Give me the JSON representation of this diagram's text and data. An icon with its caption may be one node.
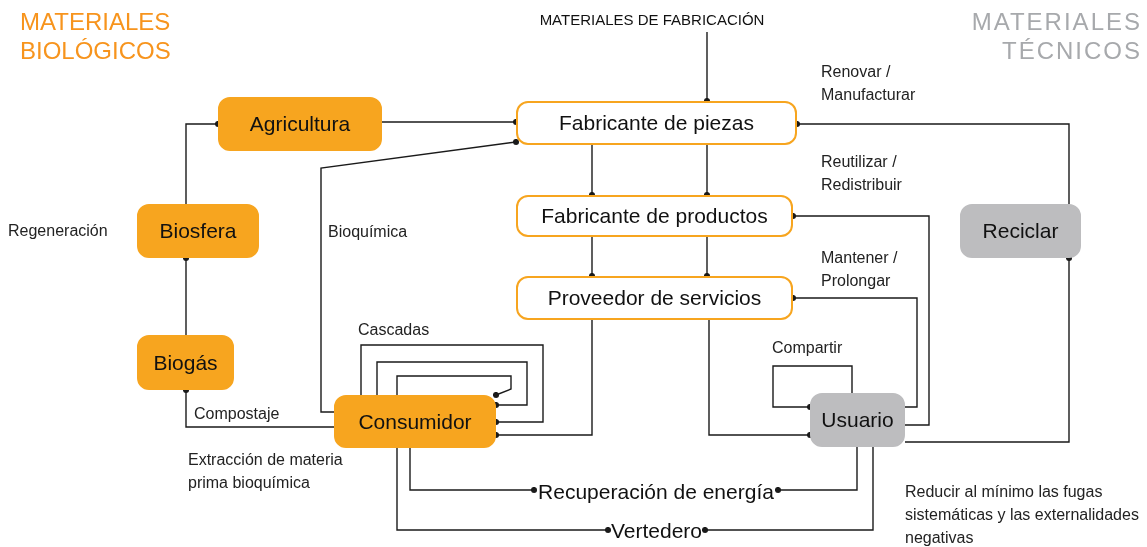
{
  "diagram": {
    "nodes": [
      {
        "text": [
          "MATERIALES DE FABRICACIÓN"
        ]
      },
      {
        "text": [
          "Agricultura"
        ]
      },
      {
        "text": [
          "Fabricante de piezas"
        ]
      },
      {
        "text": [
          "Biosfera"
        ],
        "beside": [
          "Regeneración"
        ]
      },
      {
        "text": [
          "Fabricante de productos"
        ]
      },
      {
        "text": [
          "Reciclar"
        ]
      },
      {
        "text": [
          "Proveedor de servicios"
        ]
      },
      {
        "text": [
          "Biogás"
        ]
      },
      {
        "text": [
          "Consumidor"
        ]
      },
      {
        "text": [
          "Usuario"
        ]
      },
      {
        "text": [
          "Recuperación de energía"
        ]
      },
      {
        "text": [
          "Vertedero"
        ]
      }
    ],
    "edges": [
      {
        "from": 0,
        "to": 2,
        "arrow": "other"
      },
      {
        "from": 1,
        "to": 2,
        "arrow": "other"
      },
      {
        "from": 3,
        "to": 1,
        "arrow": "other"
      },
      {
        "from": 7,
        "to": 3,
        "arrow": "other"
      },
      {
        "from": 8,
        "to": 7,
        "arrow": "other",
        "label": "Compostaje"
      },
      {
        "from": 8,
        "to": 2,
        "arrow": "other",
        "label": "Bioquímica"
      },
      {
        "from": 2,
        "to": 4,
        "arrow": "other"
      },
      {
        "from": 2,
        "to": 4,
        "arrow": "other"
      },
      {
        "from": 4,
        "to": 6,
        "arrow": "other"
      },
      {
        "from": 4,
        "to": 6,
        "arrow": "other"
      },
      {
        "from": 6,
        "to": 8,
        "arrow": "other"
      },
      {
        "from": 6,
        "to": 9,
        "arrow": "other"
      },
      {
        "from": 9,
        "to": 6,
        "arrow": "other",
        "label": "Mantener / Prolongar"
      },
      {
        "from": 9,
        "to": 4,
        "arrow": "other",
        "label": "Reutilizar / Redistribuir"
      },
      {
        "from": 9,
        "to": 5,
        "arrow": "other"
      },
      {
        "from": 5,
        "to": 2,
        "arrow": "other",
        "label": "Renovar / Manufacturar"
      },
      {
        "from": 9,
        "to": 9,
        "arrow": "other",
        "label": "Compartir"
      },
      {
        "from": 8,
        "to": 8,
        "arrow": "other",
        "label": "Cascadas"
      },
      {
        "from": 8,
        "to": 8,
        "arrow": "other"
      },
      {
        "from": 8,
        "to": 8,
        "arrow": "other"
      },
      {
        "from": 8,
        "to": 10,
        "arrow": "other"
      },
      {
        "from": 8,
        "to": 11,
        "arrow": "other"
      },
      {
        "from": 9,
        "to": 10,
        "arrow": "other"
      },
      {
        "from": 9,
        "to": 11,
        "arrow": "other"
      }
    ],
    "labels": [
      "MATERIALES BIOLÓGICOS",
      "MATERIALES TÉCNICOS",
      "Extracción de materia prima bioquímica",
      "Reducir al mínimo las fugas sistemáticas y las externalidades negativas"
    ]
  }
}
